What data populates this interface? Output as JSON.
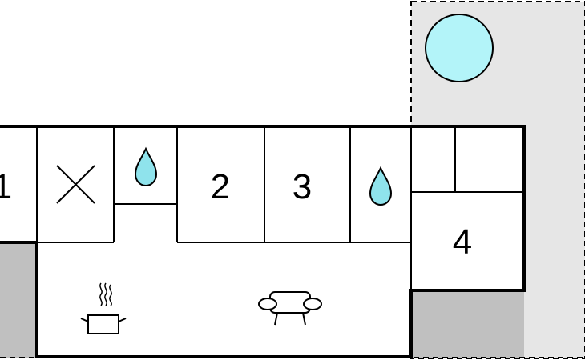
{
  "rooms": {
    "bedroom_1": "1",
    "bedroom_2": "2",
    "bedroom_3": "3",
    "bedroom_4": "4"
  },
  "icons": {
    "pool": "pool-icon",
    "water_left": "water-drop-icon",
    "water_right": "water-drop-icon",
    "toilet": "cross-icon",
    "kitchen": "cooking-pot-icon",
    "living": "sofa-icon"
  },
  "colors": {
    "pool": "#b3f4f9",
    "drop": "#8fe3ec",
    "terrace": "#e6e6e6",
    "shaded": "#c0c0c0"
  }
}
